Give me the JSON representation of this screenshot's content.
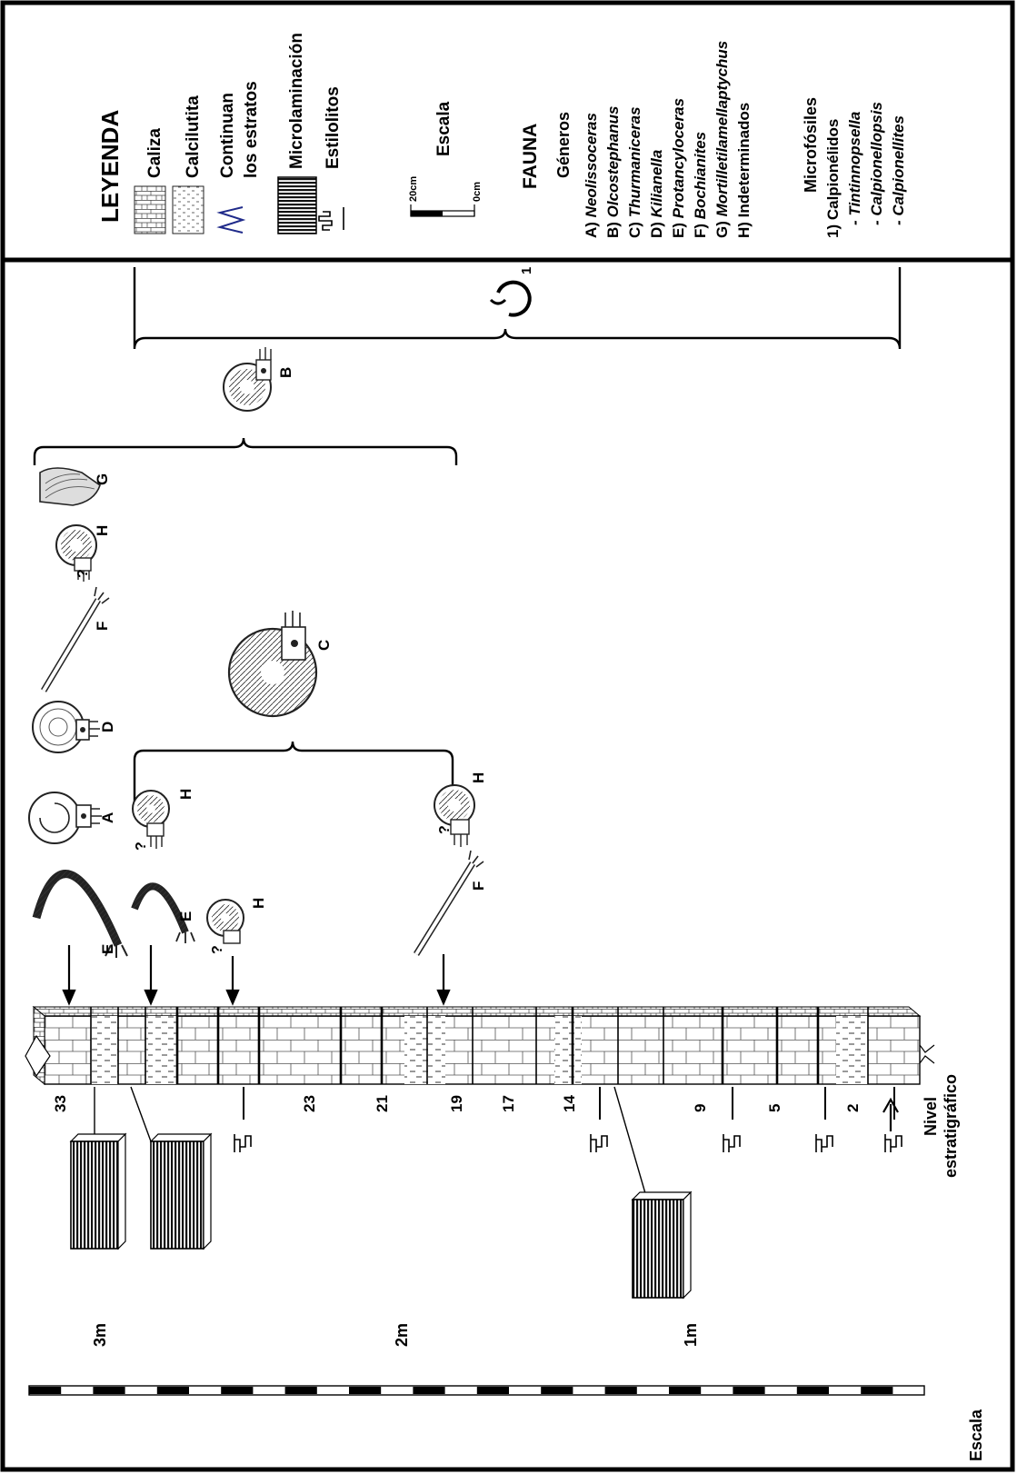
{
  "legend": {
    "title": "LEYENDA",
    "items": [
      {
        "id": "caliza",
        "label": "Caliza",
        "symbol": "brick-pattern"
      },
      {
        "id": "calcilutita",
        "label": "Calcilutita",
        "symbol": "dash-pattern"
      },
      {
        "id": "continuan",
        "label": [
          "Continuan",
          "los estratos"
        ],
        "symbol": "blue-zigzag"
      },
      {
        "id": "microlaminacion",
        "label": "Microlaminación",
        "symbol": "black-lines"
      },
      {
        "id": "estilolitos",
        "label": "Estilolitos",
        "symbol": "stylolite-glyph"
      }
    ],
    "scale_title": "Escala",
    "scale_labels": [
      "20cm",
      "0cm"
    ],
    "fauna_title": "FAUNA",
    "generos_title": "Géneros",
    "genera": [
      {
        "letter": "A) ",
        "name": "Neolissoceras",
        "italic": true
      },
      {
        "letter": "B) ",
        "name": "Olcostephanus",
        "italic": true
      },
      {
        "letter": "C) ",
        "name": "Thurmaniceras",
        "italic": true
      },
      {
        "letter": "D) ",
        "name": "Kilianella",
        "italic": true
      },
      {
        "letter": "E) ",
        "name": "Protancyloceras",
        "italic": true
      },
      {
        "letter": "F) ",
        "name": "Bochianites",
        "italic": true
      },
      {
        "letter": "G) ",
        "name": "Mortilletilamellaptychus",
        "italic": true
      },
      {
        "letter": "H) ",
        "name": "Indeterminados",
        "italic": false
      }
    ],
    "microfossils_title": "Microfósiles",
    "microfossils": [
      {
        "text": "1) Calpionélidos",
        "italic": false
      },
      {
        "text": "- Tintinnopsella",
        "italic": true
      },
      {
        "text": "- Calpionellopsis",
        "italic": true
      },
      {
        "text": "- Calpionellites",
        "italic": true
      }
    ]
  },
  "column": {
    "bed_numbers": [
      "33",
      "23",
      "21",
      "19",
      "17",
      "14",
      "9",
      "5",
      "2"
    ],
    "base_label": [
      "Nivel",
      "estratigráfico"
    ],
    "scale_label": "Escala",
    "scale_marks": [
      "3m",
      "2m",
      "1m"
    ]
  },
  "fauna_marks": {
    "letters": [
      "E",
      "A",
      "D",
      "F",
      "H",
      "G",
      "B",
      "C",
      "E",
      "H",
      "H",
      "H",
      "F"
    ],
    "uncertain": "?",
    "microfossil_number": "1"
  },
  "colors": {
    "frame": "#000000",
    "zigzag": "#1f2a8a",
    "background": "#ffffff"
  }
}
